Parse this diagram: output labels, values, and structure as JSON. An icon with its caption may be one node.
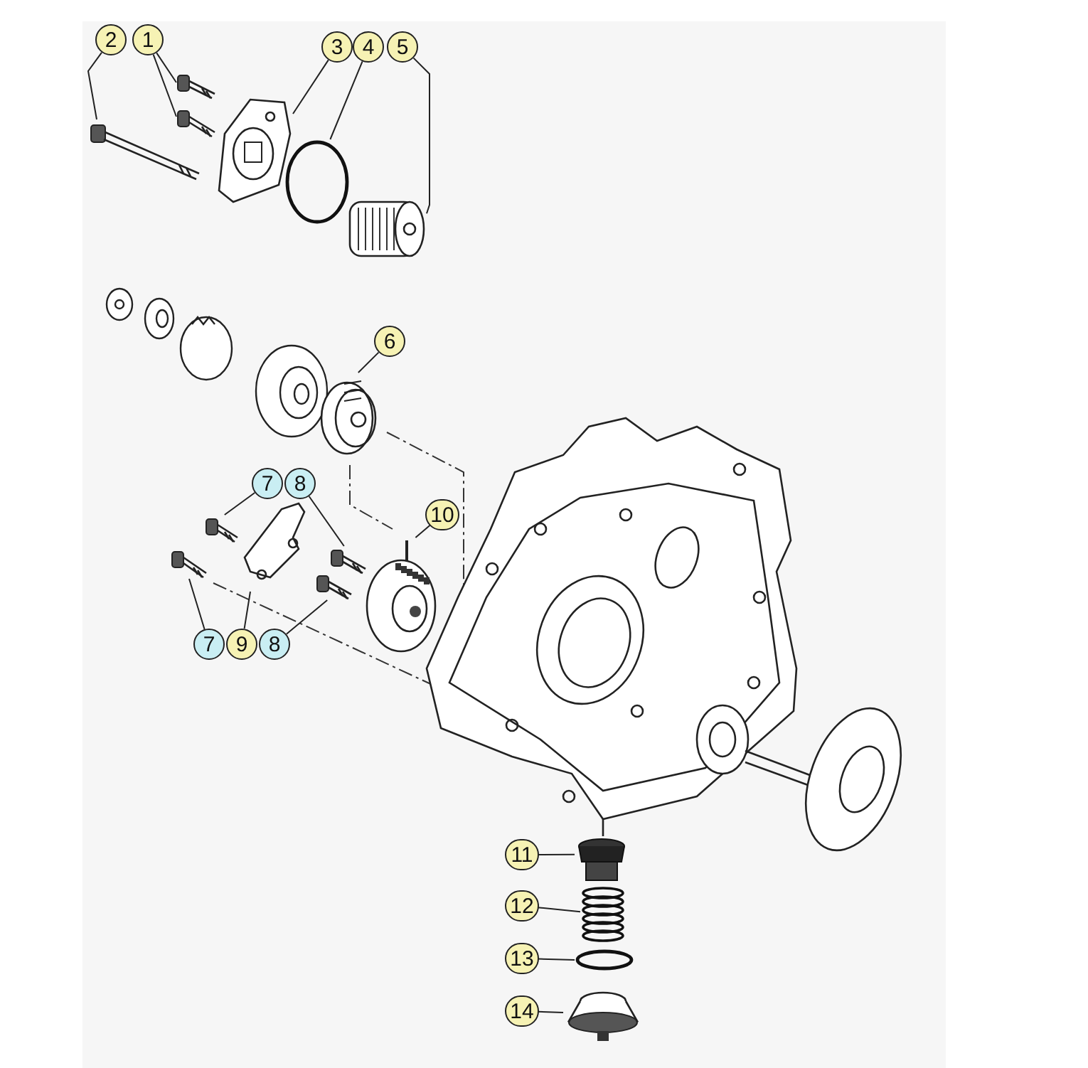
{
  "diagram": {
    "nodes": [
      {
        "text": [
          "2"
        ]
      },
      {
        "text": [
          "1"
        ]
      },
      {
        "text": [
          "3"
        ]
      },
      {
        "text": [
          "4"
        ]
      },
      {
        "text": [
          "5"
        ]
      },
      {
        "text": [
          "6"
        ]
      },
      {
        "text": [
          "7"
        ]
      },
      {
        "text": [
          "8"
        ]
      },
      {
        "text": [
          "10"
        ]
      },
      {
        "text": [
          "7"
        ]
      },
      {
        "text": [
          "9"
        ]
      },
      {
        "text": [
          "8"
        ]
      },
      {
        "text": [
          "11"
        ]
      },
      {
        "text": [
          "12"
        ]
      },
      {
        "text": [
          "13"
        ]
      },
      {
        "text": [
          "14"
        ]
      },
      {
        "text": [],
        "shape": "picture"
      },
      {
        "text": [],
        "shape": "picture"
      },
      {
        "text": [],
        "shape": "picture"
      },
      {
        "text": [],
        "shape": "picture"
      },
      {
        "text": [],
        "shape": "circle"
      },
      {
        "text": [],
        "shape": "picture"
      },
      {
        "text": [],
        "shape": "picture"
      },
      {
        "text": [],
        "shape": "picture"
      },
      {
        "text": [],
        "shape": "picture"
      },
      {
        "text": [],
        "shape": "picture"
      },
      {
        "text": [],
        "shape": "picture"
      },
      {
        "text": [],
        "shape": "picture"
      },
      {
        "text": [],
        "shape": "picture"
      },
      {
        "text": [],
        "shape": "picture"
      },
      {
        "text": [],
        "shape": "picture"
      },
      {
        "text": [],
        "shape": "circle"
      },
      {
        "text": [],
        "shape": "picture"
      }
    ],
    "edges": [
      {
        "from": 0,
        "to": 16,
        "arrow": "none"
      },
      {
        "from": 1,
        "to": 17,
        "arrow": "none"
      },
      {
        "from": 1,
        "to": 18,
        "arrow": "none"
      },
      {
        "from": 2,
        "to": 19,
        "arrow": "none"
      },
      {
        "from": 3,
        "to": 20,
        "arrow": "none"
      },
      {
        "from": 4,
        "to": 21,
        "arrow": "none"
      },
      {
        "from": 5,
        "to": 22,
        "arrow": "none"
      },
      {
        "from": 6,
        "to": 23,
        "arrow": "none"
      },
      {
        "from": 7,
        "to": 24,
        "arrow": "none"
      },
      {
        "from": 8,
        "to": 25,
        "arrow": "none"
      },
      {
        "from": 9,
        "to": 26,
        "arrow": "none"
      },
      {
        "from": 10,
        "to": 27,
        "arrow": "none"
      },
      {
        "from": 11,
        "to": 28,
        "arrow": "none"
      },
      {
        "from": 12,
        "to": 29,
        "arrow": "none"
      },
      {
        "from": 13,
        "to": 30,
        "arrow": "none"
      },
      {
        "from": 14,
        "to": 31,
        "arrow": "none"
      },
      {
        "from": 15,
        "to": 32,
        "arrow": "none"
      }
    ]
  }
}
